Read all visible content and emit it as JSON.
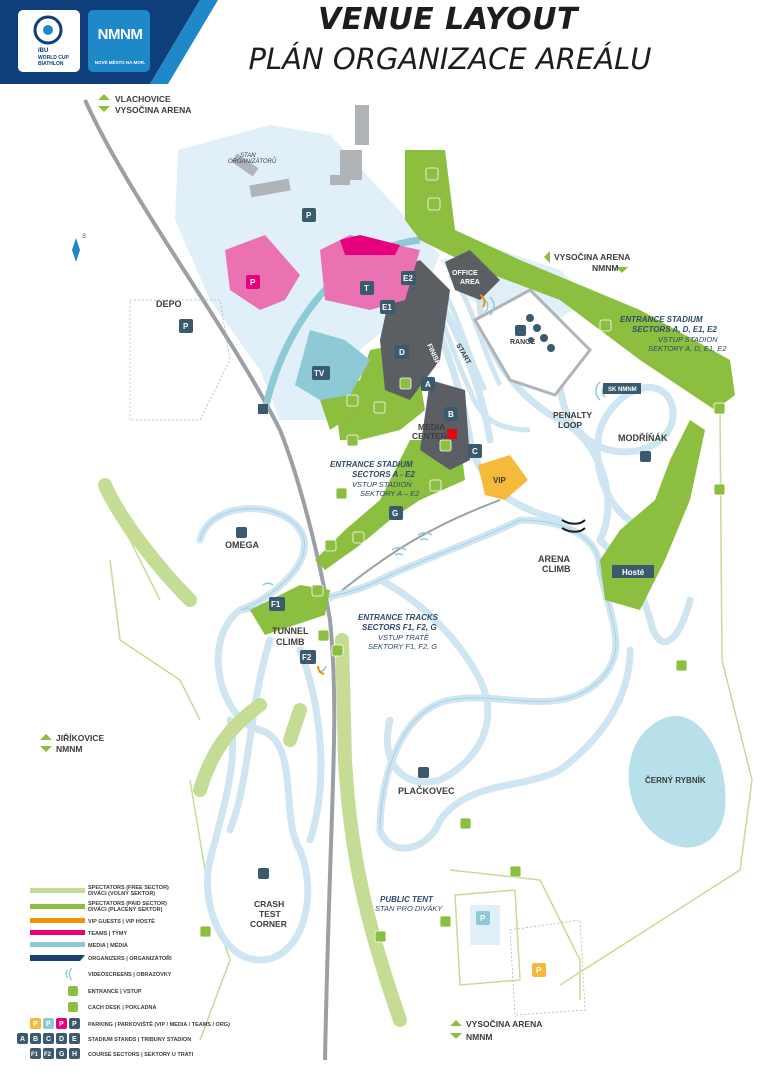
{
  "header": {
    "title": "VENUE LAYOUT",
    "subtitle": "PLÁN ORGANIZACE AREÁLU",
    "logo_ibu_line1": "IBU",
    "logo_ibu_line2": "WORLD CUP",
    "logo_ibu_line3": "BIATHLON",
    "logo_nmnm": "NMNM",
    "logo_nmnm_sub": "NOVÉ MĚSTO NA MOR."
  },
  "directions": {
    "north_top": [
      "VLACHOVICE",
      "VYSOČINA ARENA"
    ],
    "east_mid": [
      "VYSOČINA ARENA",
      "NMNM"
    ],
    "west": [
      "JIŘÍKOVICE",
      "NMNM"
    ],
    "south": [
      "VYSOČINA ARENA",
      "NMNM"
    ]
  },
  "places": {
    "stan_organizatoru": [
      "STAN",
      "ORGANIZÁTORŮ"
    ],
    "depo": "DEPO",
    "office_area": [
      "OFFICE",
      "AREA"
    ],
    "range": "RANGE",
    "finish": "FINISH",
    "start": "START",
    "media_center": [
      "MEDIA",
      "CENTER"
    ],
    "penalty_loop": [
      "PENALTY",
      "LOOP"
    ],
    "modrinak": "MODŘÍŇÁK",
    "sk_nmnm": "SK NMNM",
    "omega": "OMEGA",
    "tunnel_climb": [
      "TUNNEL",
      "CLIMB"
    ],
    "arena_climb": [
      "ARENA",
      "CLIMB"
    ],
    "hoste": "Hosté",
    "plackovec": "PLAČKOVEC",
    "cerny_rybnik": "ČERNÝ RYBNÍK",
    "crash_test": [
      "CRASH",
      "TEST",
      "CORNER"
    ],
    "public_tent": [
      "PUBLIC TENT",
      "STAN PRO DIVÁKY"
    ]
  },
  "entrances": {
    "stadium_ad": [
      "ENTRANCE STADIUM",
      "SECTORS A, D, E1, E2",
      "VSTUP STADION",
      "SEKTORY A, D, E1, E2"
    ],
    "stadium_ae": [
      "ENTRANCE STADIUM",
      "SECTORS A - E2",
      "VSTUP STADION",
      "SEKTORY A – E2"
    ],
    "tracks": [
      "ENTRANCE TRACKS",
      "SECTORS F1, F2, G",
      "VSTUP TRATĚ",
      "SEKTORY F1, F2, G"
    ]
  },
  "sectors": {
    "A": "A",
    "B": "B",
    "C": "C",
    "D": "D",
    "E1": "E1",
    "E2": "E2",
    "F1": "F1",
    "F2": "F2",
    "G": "G",
    "T": "T",
    "TV": "TV",
    "VIP": "VIP",
    "P": "P"
  },
  "legend": {
    "free_sector": [
      "SPECTATORS (FREE SECTOR)",
      "DIVÁCI (VOLNÝ SEKTOR)"
    ],
    "paid_sector": [
      "SPECTATORS (PAID SECTOR)",
      "DIVÁCI (PLACENÝ SEKTOR)"
    ],
    "vip": "VIP GUESTS | VIP HOSTÉ",
    "teams": "TEAMS | TÝMY",
    "media": "MEDIA | MÉDIA",
    "organizers": "ORGANIZERS | ORGANIZÁTOŘI",
    "videoscreens": "VIDEOSCREENS | OBRAZOVKY",
    "entrance": "ENTRANCE | VSTUP",
    "cash": "CACH DESK | POKLADNA",
    "parking": "PARKING | PARKOVIŠTĚ (VIP / MEDIA / TEAMS / ORG)",
    "stands": "STADIUM STANDS | TRIBUNY STADION",
    "course": "COURSE SECTORS | SEKTORY U TRATI",
    "parking_letters": [
      "P",
      "P",
      "P",
      "P"
    ],
    "stand_letters": [
      "A",
      "B",
      "C",
      "D",
      "E"
    ],
    "course_letters": [
      "F1",
      "F2",
      "G",
      "H"
    ]
  },
  "colors": {
    "free_green": "#c5dc95",
    "paid_green": "#8cbe3f",
    "vip_orange": "#f39200",
    "teams_pink": "#e6007e",
    "media_blue": "#8ec9d6",
    "org_navy": "#1d3f6e",
    "track_blue": "#d7ebf4",
    "area_blue": "#e1f0f8",
    "badge_slate": "#3c5a6e"
  }
}
